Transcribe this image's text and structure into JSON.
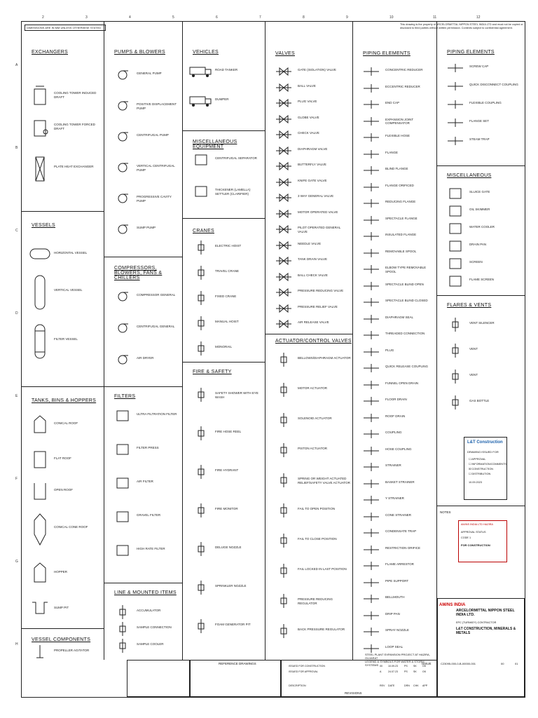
{
  "header": {
    "left_note": "DIMENSIONS ARE IN MM UNLESS OTHERWISE STATED",
    "right_note": "This drawing is the property of ARCELORMITTAL NIPPON STEEL INDIA LTD and must not be copied or disclosed to third parties without written permission. Contents subject to confidential agreement."
  },
  "ruler_numbers": [
    "2",
    "3",
    "4",
    "5",
    "6",
    "7",
    "8",
    "9",
    "10",
    "11",
    "12"
  ],
  "ruler_letters": [
    "A",
    "B",
    "C",
    "D",
    "E",
    "F",
    "G",
    "H"
  ],
  "sections": {
    "exchangers": {
      "title": "EXCHANGERS",
      "items": [
        {
          "label": "COOLING TOWER INDUCED DRAFT",
          "icon": "cooling-tower-induced-icon"
        },
        {
          "label": "COOLING TOWER FORCED DRAFT",
          "icon": "cooling-tower-forced-icon"
        },
        {
          "label": "PLATE HEAT EXCHANGER",
          "icon": "plate-heat-exchanger-icon"
        }
      ]
    },
    "vessels": {
      "title": "VESSELS",
      "items": [
        {
          "label": "HORIZONTAL VESSEL",
          "icon": "horizontal-vessel-icon"
        },
        {
          "label": "VERTICAL VESSEL",
          "icon": "vertical-vessel-icon"
        },
        {
          "label": "FILTER VESSEL",
          "icon": "filter-vessel-icon"
        }
      ]
    },
    "tanks": {
      "title": "TANKS, BINS & HOPPERS",
      "items": [
        {
          "label": "CONICAL ROOF",
          "icon": "conical-roof-icon"
        },
        {
          "label": "FLAT ROOF",
          "icon": "flat-roof-icon"
        },
        {
          "label": "OPEN ROOF",
          "icon": "open-roof-icon"
        },
        {
          "label": "CONICAL CONE ROOF",
          "icon": "conical-cone-roof-icon"
        },
        {
          "label": "HOPPER",
          "icon": "hopper-icon"
        },
        {
          "label": "SUMP PIT",
          "icon": "sump-pit-icon"
        }
      ]
    },
    "vessel_components": {
      "title": "VESSEL COMPONENTS",
      "items": [
        {
          "label": "PROPELLER AGITATOR",
          "icon": "propeller-agitator-icon"
        }
      ]
    },
    "pumps": {
      "title": "PUMPS & BLOWERS",
      "items": [
        {
          "label": "GENERAL PUMP",
          "icon": "general-pump-icon"
        },
        {
          "label": "POSITIVE DISPLACEMENT PUMP",
          "icon": "pd-pump-icon"
        },
        {
          "label": "CENTRIFUGAL PUMP",
          "icon": "centrifugal-pump-icon"
        },
        {
          "label": "VERTICAL CENTRIFUGAL PUMP",
          "icon": "vertical-pump-icon"
        },
        {
          "label": "PROGRESSIVE CAVITY PUMP",
          "icon": "progressive-pump-icon"
        },
        {
          "label": "SUMP PUMP",
          "icon": "sump-pump-icon"
        }
      ]
    },
    "compressors": {
      "title": "COMPRESSORS, BLOWERS, FANS & CHILLERS",
      "items": [
        {
          "label": "COMPRESSOR GENERAL",
          "icon": "compressor-icon"
        },
        {
          "label": "CENTRIFUGAL GENERAL",
          "icon": "centrifugal-general-icon"
        },
        {
          "label": "AIR DRYER",
          "icon": "air-dryer-icon"
        }
      ]
    },
    "filters": {
      "title": "FILTERS",
      "items": [
        {
          "label": "ULTRA FILTRATION FILTER",
          "icon": "uf-filter-icon"
        },
        {
          "label": "FILTER PRESS",
          "icon": "filter-press-icon"
        },
        {
          "label": "AIR FILTER",
          "icon": "air-filter-icon"
        },
        {
          "label": "GRAVEL FILTER",
          "icon": "gravel-filter-icon"
        },
        {
          "label": "HIGH RATE FILTER",
          "icon": "high-rate-filter-icon"
        }
      ]
    },
    "line_items": {
      "title": "LINE & MOUNTED ITEMS",
      "items": [
        {
          "label": "ACCUMULATOR",
          "icon": "accumulator-icon"
        },
        {
          "label": "SAMPLE CONNECTION",
          "icon": "sample-connection-icon"
        },
        {
          "label": "SAMPLE COOLER",
          "icon": "sample-cooler-icon"
        }
      ]
    },
    "vehicles": {
      "title": "VEHICLES",
      "items": [
        {
          "label": "ROAD TANKER",
          "icon": "road-tanker-icon"
        },
        {
          "label": "DUMPER",
          "icon": "dumper-icon"
        }
      ]
    },
    "misc_equipment": {
      "title": "MISCELLANEOUS EQUIPMENT",
      "items": [
        {
          "label": "CENTRIFUGAL SEPARATOR",
          "icon": "separator-icon"
        },
        {
          "label": "THICKENER (LAMELLA) SETTLER (CLARIFIER)",
          "icon": "thickener-icon"
        }
      ]
    },
    "cranes": {
      "title": "CRANES",
      "items": [
        {
          "label": "ELECTRIC HOIST",
          "icon": "electric-hoist-icon"
        },
        {
          "label": "TRAVEL CRANE",
          "icon": "travel-crane-icon"
        },
        {
          "label": "FIXED CRANE",
          "icon": "fixed-crane-icon"
        },
        {
          "label": "MANUAL HOIST",
          "icon": "manual-hoist-icon"
        },
        {
          "label": "MONORAIL",
          "icon": "monorail-icon"
        }
      ]
    },
    "fire_safety": {
      "title": "FIRE & SAFETY",
      "items": [
        {
          "label": "SAFETY SHOWER WITH EYE WASH",
          "icon": "safety-shower-icon"
        },
        {
          "label": "FIRE HOSE REEL",
          "icon": "hose-reel-icon"
        },
        {
          "label": "FIRE HYDRANT",
          "icon": "hydrant-icon"
        },
        {
          "label": "FIRE MONITOR",
          "icon": "fire-monitor-icon"
        },
        {
          "label": "DELUGE NOZZLE",
          "icon": "deluge-nozzle-icon"
        },
        {
          "label": "SPRINKLER NOZZLE",
          "icon": "sprinkler-icon"
        },
        {
          "label": "FOAM GENERATOR PIT",
          "icon": "foam-generator-icon"
        }
      ]
    },
    "valves": {
      "title": "VALVES",
      "items": [
        {
          "label": "GATE (ISOLATION) VALVE",
          "icon": "gate-valve-icon"
        },
        {
          "label": "BALL VALVE",
          "icon": "ball-valve-icon"
        },
        {
          "label": "PLUG VALVE",
          "icon": "plug-valve-icon"
        },
        {
          "label": "GLOBE VALVE",
          "icon": "globe-valve-icon"
        },
        {
          "label": "CHECK VALVE",
          "icon": "check-valve-icon"
        },
        {
          "label": "DIAPHRAGM VALVE",
          "icon": "diaphragm-valve-icon"
        },
        {
          "label": "BUTTERFLY VALVE",
          "icon": "butterfly-valve-icon"
        },
        {
          "label": "KNIFE GATE VALVE",
          "icon": "knife-gate-valve-icon"
        },
        {
          "label": "3 WAY GENERAL VALVE",
          "icon": "three-way-valve-icon"
        },
        {
          "label": "MOTOR OPERATED VALVE",
          "icon": "motor-valve-icon"
        },
        {
          "label": "PILOT OPERATED GENERAL VALVE",
          "icon": "pilot-valve-icon"
        },
        {
          "label": "NEEDLE VALVE",
          "icon": "needle-valve-icon"
        },
        {
          "label": "TANK DRAIN VALVE",
          "icon": "tank-drain-valve-icon"
        },
        {
          "label": "BALL CHECK VALVE",
          "icon": "ball-check-valve-icon"
        },
        {
          "label": "PRESSURE REDUCING VALVE",
          "icon": "prv-icon"
        },
        {
          "label": "PRESSURE RELIEF VALVE",
          "icon": "relief-valve-icon"
        },
        {
          "label": "AIR RELEASE VALVE",
          "icon": "air-release-valve-icon"
        }
      ]
    },
    "actuators": {
      "title": "ACTUATOR/CONTROL VALVES",
      "items": [
        {
          "label": "BELLOWS/DIAPHRAGM ACTUATOR",
          "icon": "diaphragm-actuator-icon"
        },
        {
          "label": "MOTOR ACTUATOR",
          "icon": "motor-actuator-icon"
        },
        {
          "label": "SOLENOID ACTUATOR",
          "icon": "solenoid-actuator-icon"
        },
        {
          "label": "PISTON ACTUATOR",
          "icon": "piston-actuator-icon"
        },
        {
          "label": "SPRING OR WEIGHT ACTUATED RELIEF/SAFETY VALVE ACTUATOR",
          "icon": "spring-actuator-icon"
        },
        {
          "label": "FAIL TO OPEN POSITION",
          "icon": "fail-open-icon"
        },
        {
          "label": "FAIL TO CLOSE POSITION",
          "icon": "fail-close-icon"
        },
        {
          "label": "FAIL LOCKED IN LAST POSITION",
          "icon": "fail-locked-icon"
        },
        {
          "label": "PRESSURE REDUCING REGULATOR",
          "icon": "pressure-regulator-icon"
        },
        {
          "label": "BACK PRESSURE REGULATOR",
          "icon": "back-pressure-icon"
        }
      ]
    },
    "piping1": {
      "title": "PIPING ELEMENTS",
      "items": [
        {
          "label": "CONCENTRIC REDUCER",
          "icon": "concentric-reducer-icon"
        },
        {
          "label": "ECCENTRIC REDUCER",
          "icon": "eccentric-reducer-icon"
        },
        {
          "label": "END CAP",
          "icon": "end-cap-icon"
        },
        {
          "label": "EXPANSION JOINT COMPENSATOR",
          "icon": "expansion-joint-icon"
        },
        {
          "label": "FLEXIBLE HOSE",
          "icon": "flexible-hose-icon"
        },
        {
          "label": "FLANGE",
          "icon": "flange-icon"
        },
        {
          "label": "BLIND FLANGE",
          "icon": "blind-flange-icon"
        },
        {
          "label": "FLANGE ORIFICED",
          "icon": "orifice-flange-icon"
        },
        {
          "label": "REDUCING FLANGE",
          "icon": "reducing-flange-icon"
        },
        {
          "label": "SPECTACLE FLANGE",
          "icon": "spectacle-flange-icon"
        },
        {
          "label": "INSULATED FLANGE",
          "icon": "insulated-flange-icon"
        },
        {
          "label": "REMOVABLE SPOOL",
          "icon": "removable-spool-icon"
        },
        {
          "label": "ELBOW TYPE REMOVABLE SPOOL",
          "icon": "elbow-spool-icon"
        },
        {
          "label": "SPECTACLE BLIND OPEN",
          "icon": "spectacle-open-icon"
        },
        {
          "label": "SPECTACLE BLIND CLOSED",
          "icon": "spectacle-closed-icon"
        },
        {
          "label": "DIAPHRAGM SEAL",
          "icon": "diaphragm-seal-icon"
        },
        {
          "label": "THREADED CONNECTION",
          "icon": "threaded-icon"
        },
        {
          "label": "PLUG",
          "icon": "plug-icon"
        },
        {
          "label": "QUICK RELEASE COUPLING",
          "icon": "quick-coupling-icon"
        },
        {
          "label": "FUNNEL OPEN DRAIN",
          "icon": "funnel-icon"
        },
        {
          "label": "FLOOR DRAIN",
          "icon": "floor-drain-icon"
        },
        {
          "label": "ROOF DRAIN",
          "icon": "roof-drain-icon"
        },
        {
          "label": "COUPLING",
          "icon": "coupling-icon"
        },
        {
          "label": "HOSE COUPLING",
          "icon": "hose-coupling-icon"
        },
        {
          "label": "STRAINER",
          "icon": "strainer-icon"
        },
        {
          "label": "BASKET STRAINER",
          "icon": "basket-strainer-icon"
        },
        {
          "label": "Y STRAINER",
          "icon": "y-strainer-icon"
        },
        {
          "label": "CONE STRAINER",
          "icon": "cone-strainer-icon"
        },
        {
          "label": "CONDENSATE TRAP",
          "icon": "condensate-trap-icon"
        },
        {
          "label": "RESTRICTION ORIFICE",
          "icon": "restriction-orifice-icon"
        },
        {
          "label": "FLAME ARRESTOR",
          "icon": "flame-arrestor-icon"
        },
        {
          "label": "PIPE SUPPORT",
          "icon": "pipe-support-icon"
        },
        {
          "label": "BELLMOUTH",
          "icon": "bellmouth-icon"
        },
        {
          "label": "DRIP PAN",
          "icon": "drip-pan-icon"
        },
        {
          "label": "SPRAY NOZZLE",
          "icon": "spray-nozzle-icon"
        },
        {
          "label": "LOOP SEAL",
          "icon": "loop-seal-icon"
        }
      ]
    },
    "piping2": {
      "title": "PIPING ELEMENTS",
      "items": [
        {
          "label": "SCREW CAP",
          "icon": "screw-cap-icon"
        },
        {
          "label": "QUICK DISCONNECT COUPLING",
          "icon": "quick-disconnect-icon"
        },
        {
          "label": "FLEXIBLE COUPLING",
          "icon": "flexible-coupling-icon"
        },
        {
          "label": "FLANGE SET",
          "icon": "flange-set-icon"
        },
        {
          "label": "STEAM TRAP",
          "icon": "steam-trap-icon"
        }
      ]
    },
    "misc": {
      "title": "MISCELLANEOUS",
      "items": [
        {
          "label": "SLUICE GATE",
          "icon": "sluice-gate-icon"
        },
        {
          "label": "OIL SKIMMER",
          "icon": "oil-skimmer-icon"
        },
        {
          "label": "WATER COOLER",
          "icon": "water-cooler-icon"
        },
        {
          "label": "DRAIN PAN",
          "icon": "drain-pan-icon"
        },
        {
          "label": "SCREEN",
          "icon": "screen-icon"
        },
        {
          "label": "FLAME SCREEN",
          "icon": "flame-screen-icon"
        }
      ]
    },
    "flares": {
      "title": "FLARES & VENTS",
      "items": [
        {
          "label": "VENT SILENCER",
          "icon": "vent-silencer-icon"
        },
        {
          "label": "VENT",
          "icon": "vent-icon"
        },
        {
          "label": "VENT",
          "icon": "vent2-icon"
        },
        {
          "label": "GAS BOTTLE",
          "icon": "gas-bottle-icon"
        }
      ]
    }
  },
  "stamp": {
    "company": "L&T Construction",
    "status_title": "DRAWING ISSUED FOR",
    "options": [
      "APPROVAL",
      "INFORMATION/COMMENTS",
      "CONSTRUCTION",
      "DISTRIBUTION"
    ],
    "date": "10.09.2023"
  },
  "notes": {
    "title": "NOTES"
  },
  "client_stamp": {
    "org": "AM/NS INDIA LTD HAZIRA",
    "line1": "APPROVAL STATUS",
    "line2": "CODE 1",
    "line3": "FOR CONSTRUCTION"
  },
  "title_block": {
    "client": "ARCELORMITTAL NIPPON STEEL INDIA LTD.",
    "client_sub": "AM/NS INDIA",
    "contractor_label": "EPC (TURNKEY) CONTRACTOR",
    "contractor": "L&T CONSTRUCTION, MINERALS & METALS",
    "project": "STEEL PLANT EXPANSION PROJECT AT HAZIRA, GUJARAT",
    "drawing_title": "LEGEND & SYMBOLS FOR WATER & STORM SYSTEMS",
    "drawing_no": "C23095-000-0-B-00000-001",
    "rev": "00",
    "sheet": "01"
  },
  "revision_table": {
    "headers": [
      "REV",
      "DATE",
      "DESCRIPTION",
      "DRN",
      "CHK",
      "APP"
    ],
    "rows": [
      [
        "00",
        "10.09.23",
        "ISSUED FOR CONSTRUCTION",
        "PS",
        "SK",
        "GK"
      ],
      [
        "A",
        "24.07.23",
        "ISSUED FOR APPROVAL",
        "PS",
        "SK",
        "GK"
      ]
    ]
  },
  "bottom": {
    "reference": "REFERENCE DRAWINGS",
    "revisions": "REVISIONS",
    "issue": "ISSUE"
  }
}
